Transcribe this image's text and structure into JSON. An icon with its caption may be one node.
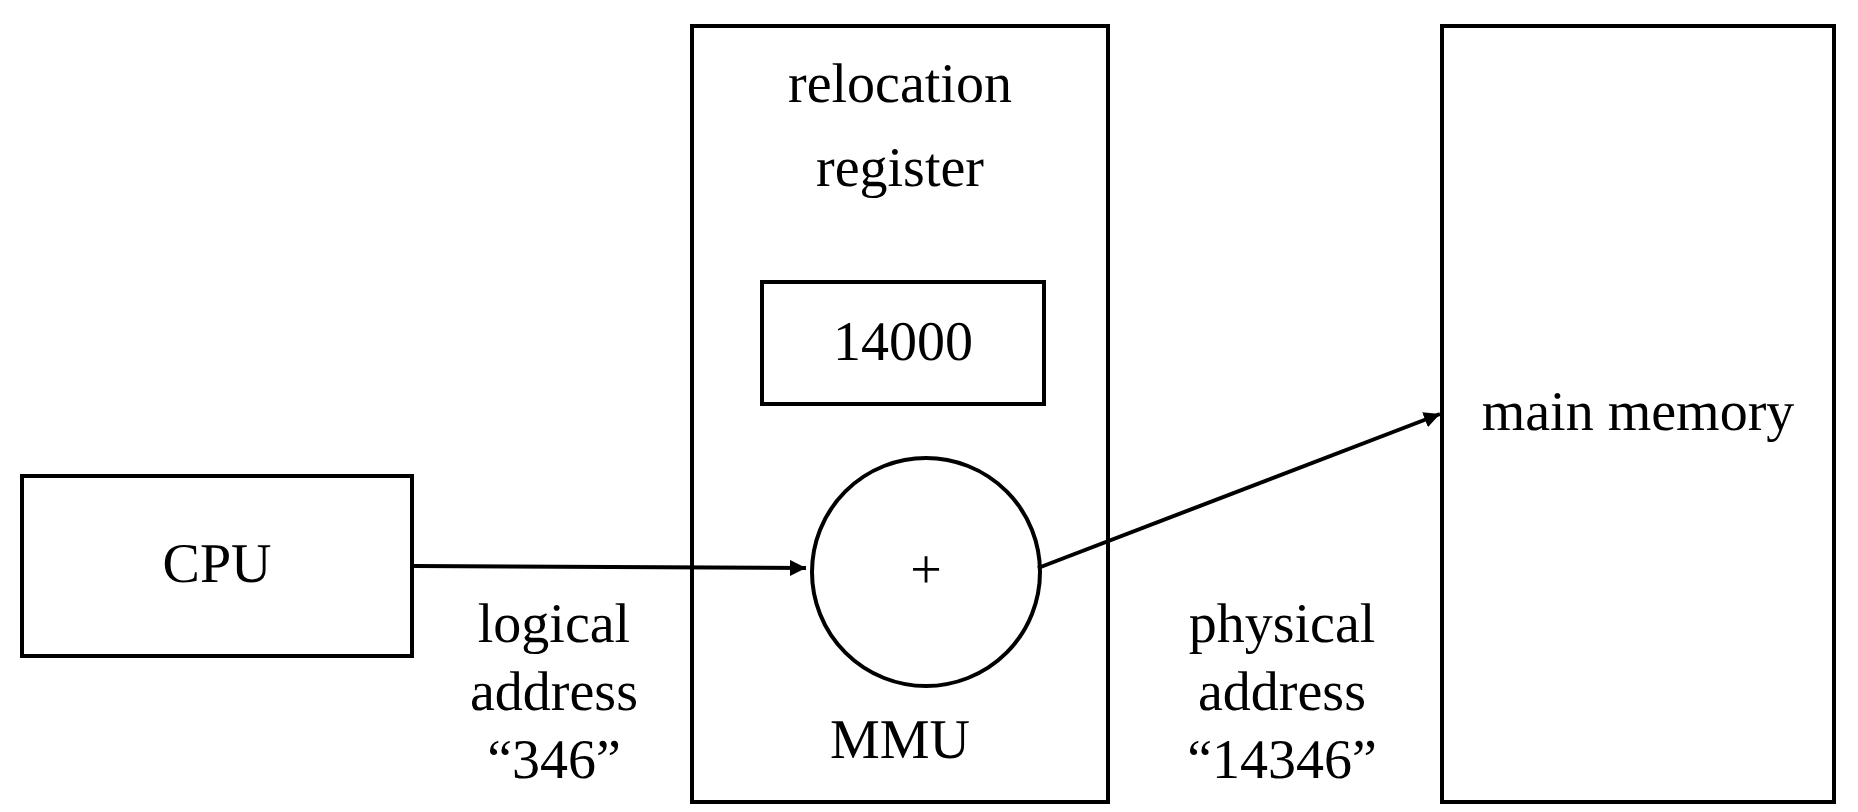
{
  "diagram": {
    "nodes": [
      {
        "text": [
          "CPU"
        ]
      },
      {
        "text": [
          "relocation register",
          "MMU"
        ]
      },
      {
        "text": [
          "14000"
        ],
        "in": 1
      },
      {
        "text": [
          "+"
        ],
        "in": 1
      },
      {
        "text": [
          "main memory"
        ]
      }
    ],
    "edges": [
      {
        "from": 0,
        "to": 3,
        "arrow": "to",
        "label": "logical address “346”"
      },
      {
        "from": 3,
        "to": 4,
        "arrow": "to",
        "label": "physical address “14346”"
      }
    ]
  }
}
